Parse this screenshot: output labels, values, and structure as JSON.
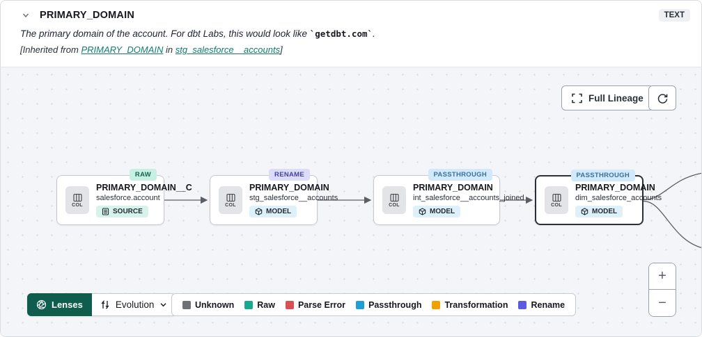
{
  "header": {
    "title": "PRIMARY_DOMAIN",
    "type_badge": "TEXT",
    "description_prefix": "The primary domain of the account. For dbt Labs, this would look like ",
    "description_code": "`getdbt.com`",
    "description_suffix": ".",
    "inherited_prefix": "[Inherited from ",
    "inherited_link_column": "PRIMARY_DOMAIN",
    "inherited_middle": " in ",
    "inherited_link_model": "stg_salesforce__accounts",
    "inherited_suffix": "]"
  },
  "toolbar": {
    "full_lineage_label": "Full Lineage"
  },
  "nodes": [
    {
      "title": "PRIMARY_DOMAIN__C",
      "subtitle": "salesforce.account",
      "resource_type": "SOURCE",
      "lens_tag": "RAW",
      "col_label": "COL",
      "selected": false
    },
    {
      "title": "PRIMARY_DOMAIN",
      "subtitle": "stg_salesforce__accounts",
      "resource_type": "MODEL",
      "lens_tag": "RENAME",
      "col_label": "COL",
      "selected": false
    },
    {
      "title": "PRIMARY_DOMAIN",
      "subtitle": "int_salesforce__accounts_joined",
      "resource_type": "MODEL",
      "lens_tag": "PASSTHROUGH",
      "col_label": "COL",
      "selected": false
    },
    {
      "title": "PRIMARY_DOMAIN",
      "subtitle": "dim_salesforce_accounts",
      "resource_type": "MODEL",
      "lens_tag": "PASSTHROUGH",
      "col_label": "COL",
      "selected": true
    }
  ],
  "lens_controls": {
    "lenses_label": "Lenses",
    "selected_lens": "Evolution"
  },
  "legend": {
    "items": [
      {
        "label": "Unknown",
        "color": "#6e7176"
      },
      {
        "label": "Raw",
        "color": "#18a88e"
      },
      {
        "label": "Parse Error",
        "color": "#d94f54"
      },
      {
        "label": "Passthrough",
        "color": "#1f9fd6"
      },
      {
        "label": "Transformation",
        "color": "#f0a000"
      },
      {
        "label": "Rename",
        "color": "#5a5be0"
      }
    ]
  },
  "zoom_controls": {
    "zoom_in": "+",
    "zoom_out": "−"
  },
  "colors": {
    "accent_teal_link": "#0f7d6c",
    "lenses_button_green": "#0f5d4c",
    "canvas_background": "#f4f5f8",
    "tag_raw_bg": "#c6f1e2",
    "tag_rename_bg": "#dcdcf9",
    "tag_passthrough_bg": "#d2e9fb",
    "badge_source_bg": "#d7f2ea",
    "badge_model_bg": "#def0fa"
  }
}
